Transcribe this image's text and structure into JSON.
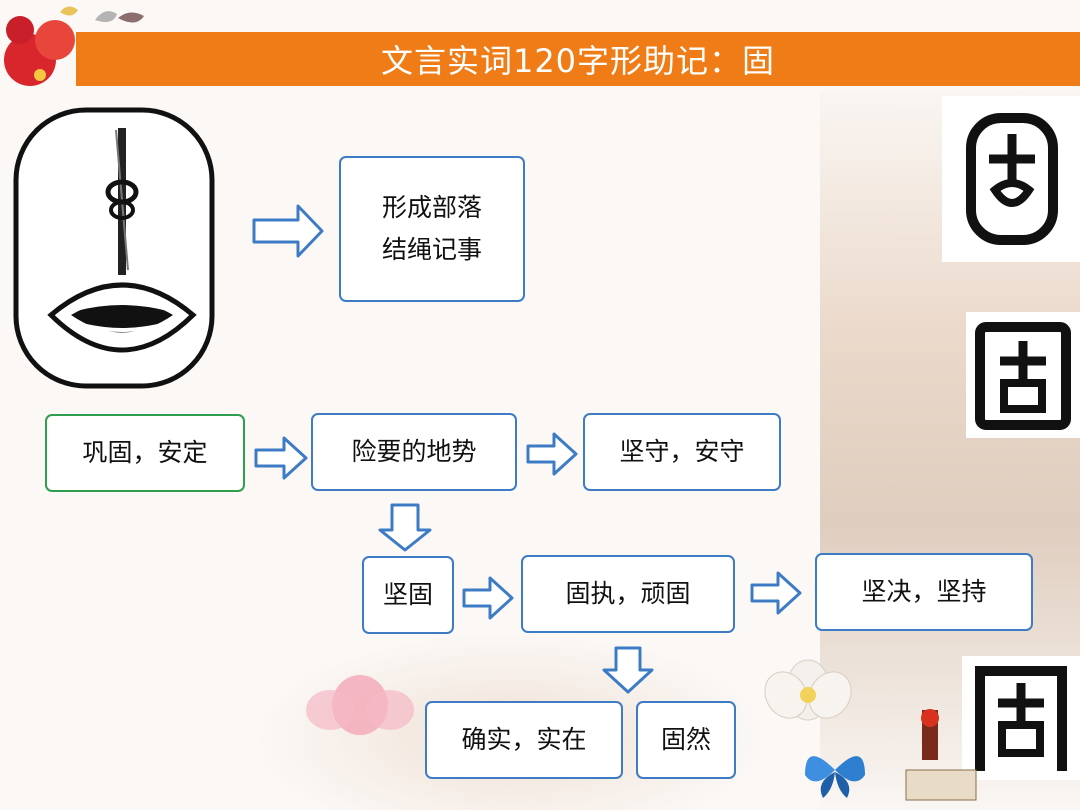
{
  "title": "文言实词120字形助记：固",
  "colors": {
    "title_bar": "#ef7c16",
    "node_border": "#3d7cc4",
    "node_border_highlight": "#2f9e4f",
    "arrow_stroke": "#3d7cc4",
    "arrow_fill": "#ffffff"
  },
  "origin_note": {
    "line1": "形成部落",
    "line2": "结绳记事"
  },
  "nodes": {
    "gonggu": "巩固，安定",
    "xianyao": "险要的地势",
    "jianshou": "坚守，安守",
    "jiangu": "坚固",
    "guzhi": "固执，顽固",
    "jianjue": "坚决，坚持",
    "queshi": "确实，实在",
    "guran": "固然"
  },
  "images": {
    "pictograph": "ancient-character-pictograph (knotted rope above open mouth)",
    "glyph_variants": [
      "seal-script-gu-1",
      "seal-script-gu-2",
      "seal-script-gu-3"
    ],
    "decorations": [
      "flower-butterfly-corner",
      "lotus-flowers",
      "blue-butterfly",
      "books-and-seal"
    ]
  }
}
